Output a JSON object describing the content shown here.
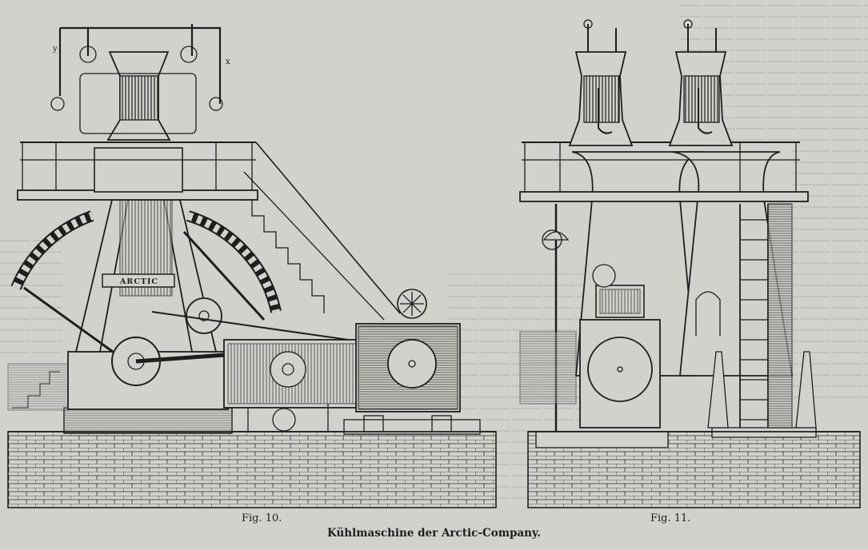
{
  "figures": {
    "fig10": {
      "label": "Fig. 10."
    },
    "fig11": {
      "label": "Fig. 11."
    },
    "nameplate": "ARCTIC",
    "markers": {
      "y": "y",
      "x": "x"
    }
  },
  "caption": "Kühlmaschine der Arctic-Company.",
  "colors": {
    "paper": "#d3d1cc",
    "ink": "#1e1e1c",
    "ghost": "#a8a69f"
  }
}
